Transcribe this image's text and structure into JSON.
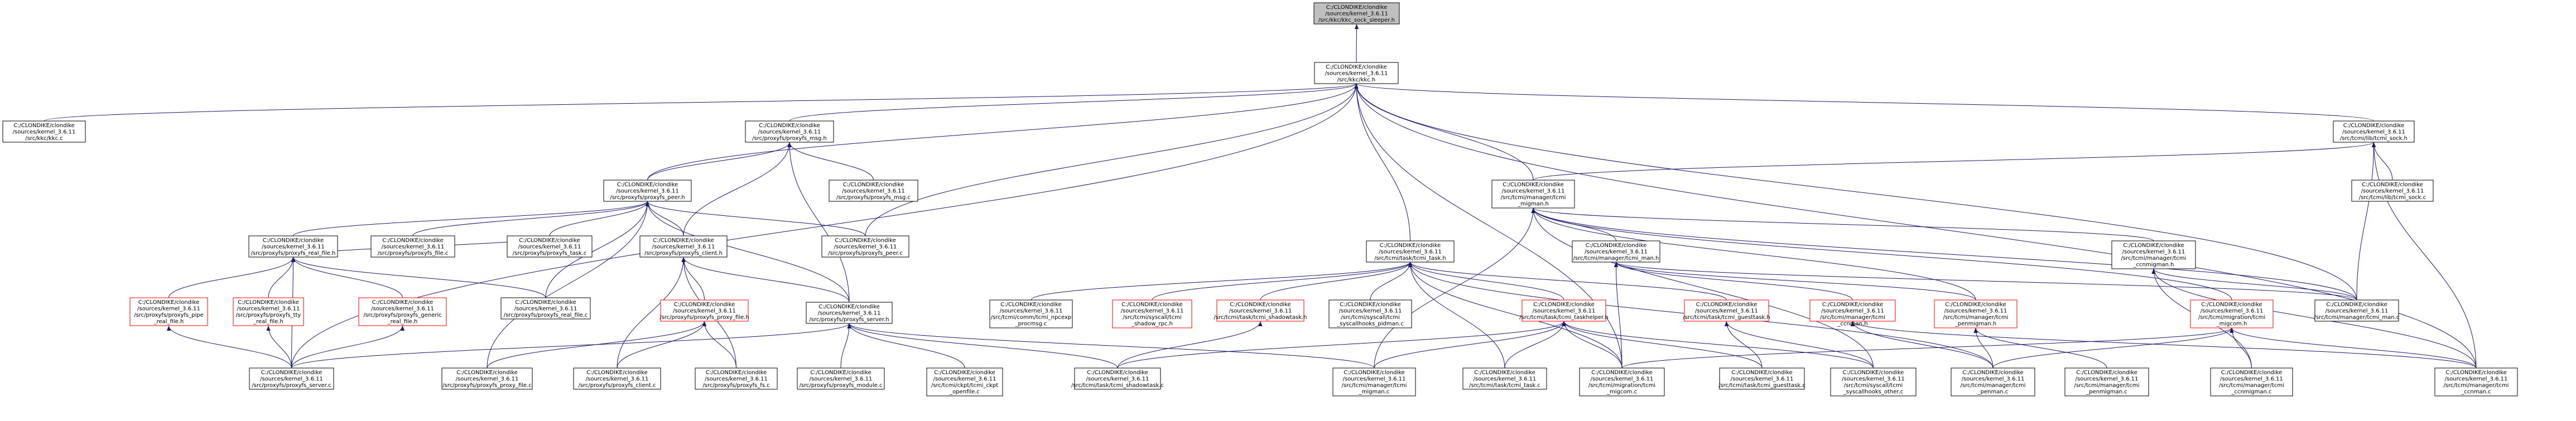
{
  "diagram": {
    "colors": {
      "edge": "#191970",
      "node_border": "#000000",
      "node_border_partial": "#ff0000",
      "root_fill": "#bfbfbf"
    },
    "nodes": [
      {
        "id": "kcc_sock_sleeper",
        "lines": [
          "C:/CLONDIKE/clondike",
          "/sources/kernel_3.6.11",
          "/src/kkc/kkc_sock_sleeper.h"
        ],
        "style": "root"
      },
      {
        "id": "kkc_h",
        "lines": [
          "C:/CLONDIKE/clondike",
          "/sources/kernel_3.6.11",
          "/src/kkc/kkc.h"
        ],
        "style": "normal"
      },
      {
        "id": "kkc_c",
        "lines": [
          "C:/CLONDIKE/clondike",
          "/sources/kernel_3.6.11",
          "/src/kkc/kkc.c"
        ],
        "style": "normal"
      },
      {
        "id": "proxyfs_msg_h",
        "lines": [
          "C:/CLONDIKE/clondike",
          "/sources/kernel_3.6.11",
          "/src/proxyfs/proxyfs_msg.h"
        ],
        "style": "normal"
      },
      {
        "id": "tcmi_sock_h",
        "lines": [
          "C:/CLONDIKE/clondike",
          "/sources/kernel_3.6.11",
          "/src/tcmi/lib/tcmi_sock.h"
        ],
        "style": "normal"
      },
      {
        "id": "proxyfs_peer_h",
        "lines": [
          "C:/CLONDIKE/clondike",
          "/sources/kernel_3.6.11",
          "/src/proxyfs/proxyfs_peer.h"
        ],
        "style": "normal"
      },
      {
        "id": "proxyfs_msg_c",
        "lines": [
          "C:/CLONDIKE/clondike",
          "/sources/kernel_3.6.11",
          "/src/proxyfs/proxyfs_msg.c"
        ],
        "style": "normal"
      },
      {
        "id": "tcmi_migman_h",
        "lines": [
          "C:/CLONDIKE/clondike",
          "/sources/kernel_3.6.11",
          "/src/tcmi/manager/tcmi",
          "_migman.h"
        ],
        "style": "normal"
      },
      {
        "id": "tcmi_sock_c",
        "lines": [
          "C:/CLONDIKE/clondike",
          "/sources/kernel_3.6.11",
          "/src/tcmi/lib/tcmi_sock.c"
        ],
        "style": "normal"
      },
      {
        "id": "proxyfs_real_file_h",
        "lines": [
          "C:/CLONDIKE/clondike",
          "/sources/kernel_3.6.11",
          "/src/proxyfs/proxyfs_real_file.h"
        ],
        "style": "normal"
      },
      {
        "id": "proxyfs_file_c",
        "lines": [
          "C:/CLONDIKE/clondike",
          "/sources/kernel_3.6.11",
          "/src/proxyfs/proxyfs_file.c"
        ],
        "style": "normal"
      },
      {
        "id": "proxyfs_task_c",
        "lines": [
          "C:/CLONDIKE/clondike",
          "/sources/kernel_3.6.11",
          "/src/proxyfs/proxyfs_task.c"
        ],
        "style": "normal"
      },
      {
        "id": "proxyfs_client_h",
        "lines": [
          "C:/CLONDIKE/clondike",
          "/sources/kernel_3.6.11",
          "/src/proxyfs/proxyfs_client.h"
        ],
        "style": "normal"
      },
      {
        "id": "proxyfs_peer_c",
        "lines": [
          "C:/CLONDIKE/clondike",
          "/sources/kernel_3.6.11",
          "/src/proxyfs/proxyfs_peer.c"
        ],
        "style": "normal"
      },
      {
        "id": "tcmi_task_h",
        "lines": [
          "C:/CLONDIKE/clondike",
          "/sources/kernel_3.6.11",
          "/src/tcmi/task/tcmi_task.h"
        ],
        "style": "normal"
      },
      {
        "id": "tcmi_man_h",
        "lines": [
          "C:/CLONDIKE/clondike",
          "/sources/kernel_3.6.11",
          "/src/tcmi/manager/tcmi_man.h"
        ],
        "style": "normal"
      },
      {
        "id": "tcmi_ccnmigman_h",
        "lines": [
          "C:/CLONDIKE/clondike",
          "/sources/kernel_3.6.11",
          "/src/tcmi/manager/tcmi",
          "_ccnmigman.h"
        ],
        "style": "normal"
      },
      {
        "id": "proxyfs_pipe_real_file_h",
        "lines": [
          "C:/CLONDIKE/clondike",
          "/sources/kernel_3.6.11",
          "/src/proxyfs/proxyfs_pipe",
          "_real_file.h"
        ],
        "style": "red"
      },
      {
        "id": "proxyfs_tty_real_file_h",
        "lines": [
          "C:/CLONDIKE/clondike",
          "/sources/kernel_3.6.11",
          "/src/proxyfs/proxyfs_tty",
          "_real_file.h"
        ],
        "style": "red"
      },
      {
        "id": "proxyfs_generic_real_file_h",
        "lines": [
          "C:/CLONDIKE/clondike",
          "/sources/kernel_3.6.11",
          "/src/proxyfs/proxyfs_generic",
          "_real_file.h"
        ],
        "style": "red"
      },
      {
        "id": "proxyfs_real_file_c",
        "lines": [
          "C:/CLONDIKE/clondike",
          "/sources/kernel_3.6.11",
          "/src/proxyfs/proxyfs_real_file.c"
        ],
        "style": "normal"
      },
      {
        "id": "proxyfs_proxy_file_h",
        "lines": [
          "C:/CLONDIKE/clondike",
          "/sources/kernel_3.6.11",
          "/src/proxyfs/proxyfs_proxy_file.h"
        ],
        "style": "red"
      },
      {
        "id": "proxyfs_server_h",
        "lines": [
          "C:/CLONDIKE/clondike",
          "/sources/kernel_3.6.11",
          "/src/proxyfs/proxyfs_server.h"
        ],
        "style": "normal"
      },
      {
        "id": "tcmi_npcexp_procmsg_c",
        "lines": [
          "C:/CLONDIKE/clondike",
          "/sources/kernel_3.6.11",
          "/src/tcmi/comm/tcmi_npcexp",
          "_procmsg.c"
        ],
        "style": "normal"
      },
      {
        "id": "tcmi_shadow_rpc_h",
        "lines": [
          "C:/CLONDIKE/clondike",
          "/sources/kernel_3.6.11",
          "/src/tcmi/syscall/tcmi",
          "_shadow_rpc.h"
        ],
        "style": "red"
      },
      {
        "id": "tcmi_shadowtask_h",
        "lines": [
          "C:/CLONDIKE/clondike",
          "/sources/kernel_3.6.11",
          "/src/tcmi/task/tcmi_shadowtask.h"
        ],
        "style": "red"
      },
      {
        "id": "tcmi_syscallhooks_pidman_c",
        "lines": [
          "C:/CLONDIKE/clondike",
          "/sources/kernel_3.6.11",
          "/src/tcmi/syscall/tcmi",
          "_syscallhooks_pidman.c"
        ],
        "style": "normal"
      },
      {
        "id": "tcmi_taskhelper_h",
        "lines": [
          "C:/CLONDIKE/clondike",
          "/sources/kernel_3.6.11",
          "/src/tcmi/task/tcmi_taskhelper.h"
        ],
        "style": "red"
      },
      {
        "id": "tcmi_guesttask_h",
        "lines": [
          "C:/CLONDIKE/clondike",
          "/sources/kernel_3.6.11",
          "/src/tcmi/task/tcmi_guesttask.h"
        ],
        "style": "red"
      },
      {
        "id": "tcmi_ccnman_h",
        "lines": [
          "C:/CLONDIKE/clondike",
          "/sources/kernel_3.6.11",
          "/src/tcmi/manager/tcmi",
          "_ccnman.h"
        ],
        "style": "red"
      },
      {
        "id": "tcmi_penman_h",
        "lines": [
          "C:/CLONDIKE/clondike",
          "/sources/kernel_3.6.11",
          "/src/tcmi/manager/tcmi",
          "_penmigman.h"
        ],
        "style": "red"
      },
      {
        "id": "tcmi_migcom_h",
        "lines": [
          "C:/CLONDIKE/clondike",
          "/sources/kernel_3.6.11",
          "/src/tcmi/migration/tcmi",
          "_migcom.h"
        ],
        "style": "red"
      },
      {
        "id": "tcmi_man_c",
        "lines": [
          "C:/CLONDIKE/clondike",
          "/sources/kernel_3.6.11",
          "/src/tcmi/manager/tcmi_man.c"
        ],
        "style": "normal"
      },
      {
        "id": "proxyfs_server_c",
        "lines": [
          "C:/CLONDIKE/clondike",
          "/sources/kernel_3.6.11",
          "/src/proxyfs/proxyfs_server.c"
        ],
        "style": "normal"
      },
      {
        "id": "proxyfs_proxy_file_c",
        "lines": [
          "C:/CLONDIKE/clondike",
          "/sources/kernel_3.6.11",
          "/src/proxyfs/proxyfs_proxy_file.c"
        ],
        "style": "normal"
      },
      {
        "id": "proxyfs_client_c",
        "lines": [
          "C:/CLONDIKE/clondike",
          "/sources/kernel_3.6.11",
          "/src/proxyfs/proxyfs_client.c"
        ],
        "style": "normal"
      },
      {
        "id": "proxyfs_fs_c",
        "lines": [
          "C:/CLONDIKE/clondike",
          "/sources/kernel_3.6.11",
          "/src/proxyfs/proxyfs_fs.c"
        ],
        "style": "normal"
      },
      {
        "id": "proxyfs_module_c",
        "lines": [
          "C:/CLONDIKE/clondike",
          "/sources/kernel_3.6.11",
          "/src/proxyfs/proxyfs_module.c"
        ],
        "style": "normal"
      },
      {
        "id": "tcmi_ckpt_openfile_c",
        "lines": [
          "C:/CLONDIKE/clondike",
          "/sources/kernel_3.6.11",
          "/src/tcmi/ckpt/tcmi_ckpt",
          "_openfile.c"
        ],
        "style": "normal"
      },
      {
        "id": "tcmi_shadowtask_c",
        "lines": [
          "C:/CLONDIKE/clondike",
          "/sources/kernel_3.6.11",
          "/src/tcmi/task/tcmi_shadowtask.c"
        ],
        "style": "normal"
      },
      {
        "id": "tcmi_migman_c",
        "lines": [
          "C:/CLONDIKE/clondike",
          "/sources/kernel_3.6.11",
          "/src/tcmi/manager/tcmi",
          "_migman.c"
        ],
        "style": "normal"
      },
      {
        "id": "tcmi_task_c",
        "lines": [
          "C:/CLONDIKE/clondike",
          "/sources/kernel_3.6.11",
          "/src/tcmi/task/tcmi_task.c"
        ],
        "style": "normal"
      },
      {
        "id": "tcmi_migcom_c",
        "lines": [
          "C:/CLONDIKE/clondike",
          "/sources/kernel_3.6.11",
          "/src/tcmi/migration/tcmi",
          "_migcom.c"
        ],
        "style": "normal"
      },
      {
        "id": "tcmi_guesttask_c",
        "lines": [
          "C:/CLONDIKE/clondike",
          "/sources/kernel_3.6.11",
          "/src/tcmi/task/tcmi_guesttask.c"
        ],
        "style": "normal"
      },
      {
        "id": "tcmi_syscallhooks_other_c",
        "lines": [
          "C:/CLONDIKE/clondike",
          "/sources/kernel_3.6.11",
          "/src/tcmi/syscall/tcmi",
          "_syscallhooks_other.c"
        ],
        "style": "normal"
      },
      {
        "id": "tcmi_penman_c",
        "lines": [
          "C:/CLONDIKE/clondike",
          "/sources/kernel_3.6.11",
          "/src/tcmi/manager/tcmi",
          "_penman.c"
        ],
        "style": "normal"
      },
      {
        "id": "tcmi_penmigman_c",
        "lines": [
          "C:/CLONDIKE/clondike",
          "/sources/kernel_3.6.11",
          "/src/tcmi/manager/tcmi",
          "_penmigman.c"
        ],
        "style": "normal"
      },
      {
        "id": "tcmi_ccnmigman_c",
        "lines": [
          "C:/CLONDIKE/clondike",
          "/sources/kernel_3.6.11",
          "/src/tcmi/manager/tcmi",
          "_ccnmigman.c"
        ],
        "style": "normal"
      },
      {
        "id": "tcmi_ccnman_c",
        "lines": [
          "C:/CLONDIKE/clondike",
          "/sources/kernel_3.6.11",
          "/src/tcmi/manager/tcmi",
          "_ccnman.c"
        ],
        "style": "normal"
      }
    ],
    "edges": [
      [
        "kkc_h",
        "kcc_sock_sleeper"
      ],
      [
        "kkc_c",
        "kkc_h"
      ],
      [
        "proxyfs_msg_h",
        "kkc_h"
      ],
      [
        "tcmi_sock_h",
        "kkc_h"
      ],
      [
        "proxyfs_peer_h",
        "kkc_h"
      ],
      [
        "tcmi_task_h",
        "kkc_h"
      ],
      [
        "tcmi_migman_h",
        "kkc_h"
      ],
      [
        "proxyfs_peer_c",
        "kkc_h"
      ],
      [
        "proxyfs_server_c",
        "kkc_h"
      ],
      [
        "tcmi_man_c",
        "kkc_h"
      ],
      [
        "tcmi_ccnman_c",
        "kkc_h"
      ],
      [
        "tcmi_migcom_c",
        "kkc_h"
      ],
      [
        "proxyfs_peer_h",
        "proxyfs_msg_h"
      ],
      [
        "proxyfs_msg_c",
        "proxyfs_msg_h"
      ],
      [
        "proxyfs_client_h",
        "proxyfs_msg_h"
      ],
      [
        "proxyfs_server_h",
        "proxyfs_msg_h"
      ],
      [
        "proxyfs_real_file_h",
        "proxyfs_peer_h"
      ],
      [
        "proxyfs_file_c",
        "proxyfs_peer_h"
      ],
      [
        "proxyfs_task_c",
        "proxyfs_peer_h"
      ],
      [
        "proxyfs_client_h",
        "proxyfs_peer_h"
      ],
      [
        "proxyfs_peer_c",
        "proxyfs_peer_h"
      ],
      [
        "proxyfs_server_h",
        "proxyfs_peer_h"
      ],
      [
        "proxyfs_real_file_c",
        "proxyfs_peer_h"
      ],
      [
        "proxyfs_proxy_file_c",
        "proxyfs_peer_h"
      ],
      [
        "tcmi_migman_h",
        "tcmi_sock_h"
      ],
      [
        "tcmi_sock_c",
        "tcmi_sock_h"
      ],
      [
        "tcmi_man_c",
        "tcmi_sock_h"
      ],
      [
        "tcmi_ccnman_c",
        "tcmi_sock_h"
      ],
      [
        "tcmi_man_h",
        "tcmi_migman_h"
      ],
      [
        "tcmi_ccnmigman_h",
        "tcmi_migman_h"
      ],
      [
        "tcmi_penman_h",
        "tcmi_migman_h"
      ],
      [
        "tcmi_migcom_h",
        "tcmi_migman_h"
      ],
      [
        "tcmi_migman_c",
        "tcmi_migman_h"
      ],
      [
        "tcmi_syscallhooks_other_c",
        "tcmi_migman_h"
      ],
      [
        "tcmi_man_c",
        "tcmi_migman_h"
      ],
      [
        "proxyfs_pipe_real_file_h",
        "proxyfs_real_file_h"
      ],
      [
        "proxyfs_tty_real_file_h",
        "proxyfs_real_file_h"
      ],
      [
        "proxyfs_generic_real_file_h",
        "proxyfs_real_file_h"
      ],
      [
        "proxyfs_real_file_c",
        "proxyfs_real_file_h"
      ],
      [
        "proxyfs_server_c",
        "proxyfs_real_file_h"
      ],
      [
        "proxyfs_task_c",
        "proxyfs_real_file_h"
      ],
      [
        "proxyfs_proxy_file_h",
        "proxyfs_client_h"
      ],
      [
        "proxyfs_client_c",
        "proxyfs_client_h"
      ],
      [
        "proxyfs_fs_c",
        "proxyfs_client_h"
      ],
      [
        "proxyfs_server_h",
        "proxyfs_client_h"
      ],
      [
        "proxyfs_server_c",
        "proxyfs_pipe_real_file_h"
      ],
      [
        "proxyfs_server_c",
        "proxyfs_tty_real_file_h"
      ],
      [
        "proxyfs_server_c",
        "proxyfs_generic_real_file_h"
      ],
      [
        "proxyfs_proxy_file_c",
        "proxyfs_proxy_file_h"
      ],
      [
        "proxyfs_client_c",
        "proxyfs_proxy_file_h"
      ],
      [
        "proxyfs_fs_c",
        "proxyfs_proxy_file_h"
      ],
      [
        "proxyfs_server_c",
        "proxyfs_server_h"
      ],
      [
        "proxyfs_module_c",
        "proxyfs_server_h"
      ],
      [
        "tcmi_ckpt_openfile_c",
        "proxyfs_server_h"
      ],
      [
        "tcmi_shadowtask_c",
        "proxyfs_server_h"
      ],
      [
        "tcmi_migman_c",
        "proxyfs_server_h"
      ],
      [
        "tcmi_npcexp_procmsg_c",
        "tcmi_task_h"
      ],
      [
        "tcmi_shadow_rpc_h",
        "tcmi_task_h"
      ],
      [
        "tcmi_shadowtask_h",
        "tcmi_task_h"
      ],
      [
        "tcmi_syscallhooks_pidman_c",
        "tcmi_task_h"
      ],
      [
        "tcmi_taskhelper_h",
        "tcmi_task_h"
      ],
      [
        "tcmi_guesttask_h",
        "tcmi_task_h"
      ],
      [
        "tcmi_task_c",
        "tcmi_task_h"
      ],
      [
        "tcmi_migcom_c",
        "tcmi_task_h"
      ],
      [
        "tcmi_penman_c",
        "tcmi_task_h"
      ],
      [
        "tcmi_shadowtask_c",
        "tcmi_shadowtask_h"
      ],
      [
        "tcmi_shadowtask_c",
        "tcmi_taskhelper_h"
      ],
      [
        "tcmi_migman_c",
        "tcmi_taskhelper_h"
      ],
      [
        "tcmi_task_c",
        "tcmi_taskhelper_h"
      ],
      [
        "tcmi_migcom_c",
        "tcmi_taskhelper_h"
      ],
      [
        "tcmi_guesttask_c",
        "tcmi_taskhelper_h"
      ],
      [
        "tcmi_syscallhooks_other_c",
        "tcmi_taskhelper_h"
      ],
      [
        "tcmi_guesttask_c",
        "tcmi_guesttask_h"
      ],
      [
        "tcmi_syscallhooks_other_c",
        "tcmi_guesttask_h"
      ],
      [
        "tcmi_ccnman_h",
        "tcmi_man_h"
      ],
      [
        "tcmi_penman_h",
        "tcmi_man_h"
      ],
      [
        "tcmi_man_c",
        "tcmi_man_h"
      ],
      [
        "tcmi_migcom_c",
        "tcmi_man_h"
      ],
      [
        "tcmi_ccnmigman_c",
        "tcmi_ccnmigman_h"
      ],
      [
        "tcmi_ccnman_c",
        "tcmi_ccnmigman_h"
      ],
      [
        "tcmi_man_c",
        "tcmi_ccnmigman_h"
      ],
      [
        "tcmi_penman_c",
        "tcmi_ccnman_h"
      ],
      [
        "tcmi_ccnman_c",
        "tcmi_ccnman_h"
      ],
      [
        "tcmi_penmigman_c",
        "tcmi_penman_h"
      ],
      [
        "tcmi_penman_c",
        "tcmi_penman_h"
      ],
      [
        "tcmi_migcom_c",
        "tcmi_migcom_h"
      ],
      [
        "tcmi_penman_c",
        "tcmi_migcom_h"
      ],
      [
        "tcmi_ccnman_c",
        "tcmi_migcom_h"
      ],
      [
        "tcmi_ccnmigman_c",
        "tcmi_migcom_h"
      ]
    ]
  }
}
